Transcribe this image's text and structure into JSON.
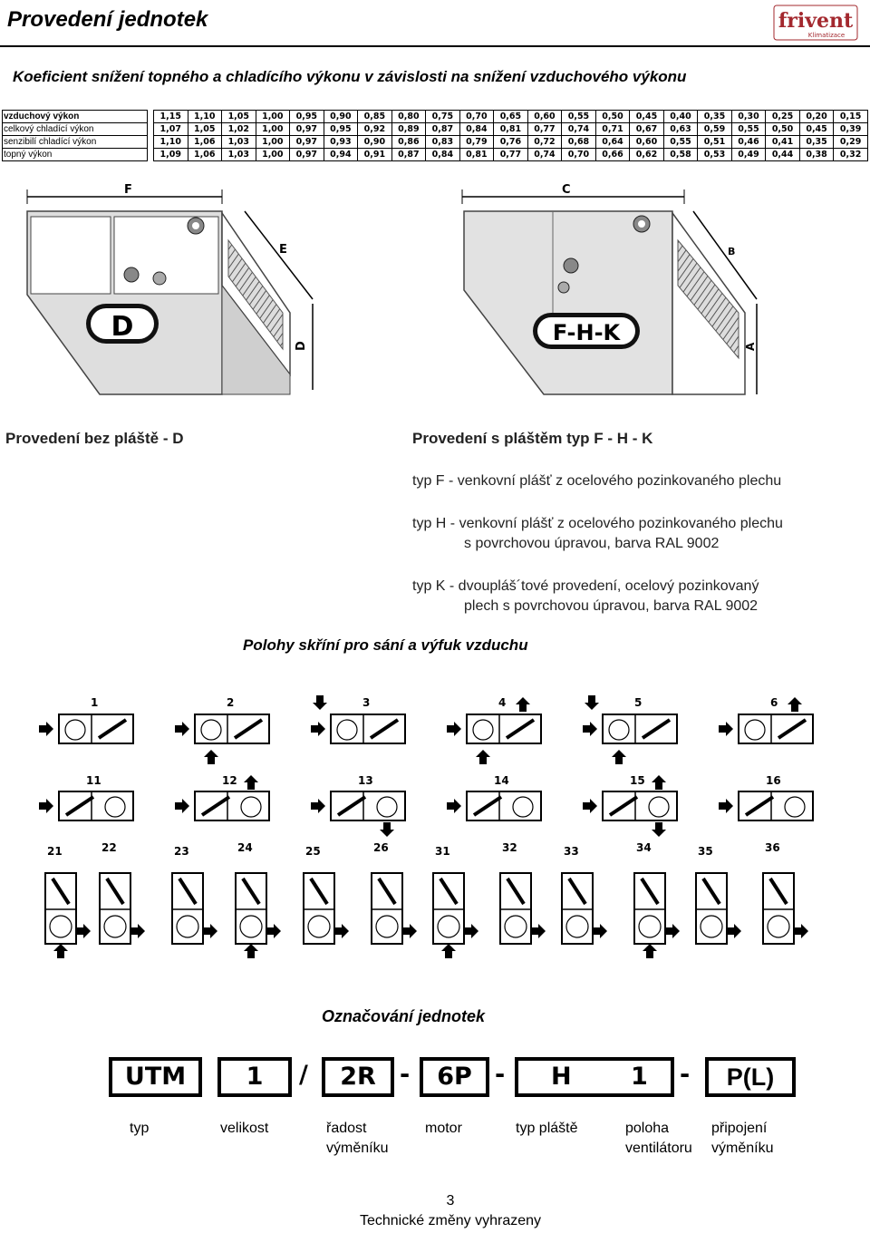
{
  "header": {
    "title": "Provedení jednotek",
    "logo_brand": "frivent",
    "logo_sub": "Klimatizace"
  },
  "subtitle": "Koeficient snížení topného a chladícího výkonu v závislosti na snížení vzduchového výkonu",
  "coef_table": {
    "rows": [
      {
        "label": "vzduchový výkon",
        "values": [
          "1,15",
          "1,10",
          "1,05",
          "1,00",
          "0,95",
          "0,90",
          "0,85",
          "0,80",
          "0,75",
          "0,70",
          "0,65",
          "0,60",
          "0,55",
          "0,50",
          "0,45",
          "0,40",
          "0,35",
          "0,30",
          "0,25",
          "0,20",
          "0,15"
        ]
      },
      {
        "label": "celkový chladící výkon",
        "values": [
          "1,07",
          "1,05",
          "1,02",
          "1,00",
          "0,97",
          "0,95",
          "0,92",
          "0,89",
          "0,87",
          "0,84",
          "0,81",
          "0,77",
          "0,74",
          "0,71",
          "0,67",
          "0,63",
          "0,59",
          "0,55",
          "0,50",
          "0,45",
          "0,39"
        ]
      },
      {
        "label": "senzibilí chladící výkon",
        "values": [
          "1,10",
          "1,06",
          "1,03",
          "1,00",
          "0,97",
          "0,93",
          "0,90",
          "0,86",
          "0,83",
          "0,79",
          "0,76",
          "0,72",
          "0,68",
          "0,64",
          "0,60",
          "0,55",
          "0,51",
          "0,46",
          "0,41",
          "0,35",
          "0,29"
        ]
      },
      {
        "label": "topný výkon",
        "values": [
          "1,09",
          "1,06",
          "1,03",
          "1,00",
          "0,97",
          "0,94",
          "0,91",
          "0,87",
          "0,84",
          "0,81",
          "0,77",
          "0,74",
          "0,70",
          "0,66",
          "0,62",
          "0,58",
          "0,53",
          "0,49",
          "0,44",
          "0,38",
          "0,32"
        ]
      }
    ]
  },
  "illustrations": {
    "left": {
      "badge": "D",
      "dim_labels": [
        "F",
        "E",
        "D"
      ]
    },
    "right": {
      "badge": "F-H-K",
      "dim_labels": [
        "C",
        "B",
        "A"
      ]
    }
  },
  "captions": {
    "left": "Provedení bez pláště - D",
    "right": "Provedení s pláštěm typ F - H - K"
  },
  "descriptions": [
    {
      "line1": "typ F - venkovní plášť z ocelového pozinkovaného plechu",
      "line2": ""
    },
    {
      "line1": "typ H - venkovní plášť z ocelového pozinkovaného plechu",
      "line2": "s povrchovou úpravou, barva RAL 9002"
    },
    {
      "line1": "typ K - dvoupláš´tové provedení, ocelový pozinkovaný",
      "line2": "plech s povrchovou úpravou, barva RAL 9002"
    }
  ],
  "positions_title": "Polohy skříní pro sání a výfuk vzduchu",
  "positions": {
    "row1": [
      "1",
      "2",
      "3",
      "4",
      "5",
      "6"
    ],
    "row2": [
      "11",
      "12",
      "13",
      "14",
      "15",
      "16"
    ],
    "row3": [
      "21",
      "22",
      "23",
      "24",
      "25",
      "26",
      "31",
      "32",
      "33",
      "34",
      "35",
      "36"
    ]
  },
  "designation": {
    "title": "Označování jednotek",
    "boxes": [
      "UTM",
      "1",
      "2R",
      "6P",
      "H",
      "1",
      "P(L)"
    ],
    "separators": [
      "/",
      "-",
      "-",
      "-"
    ],
    "labels": [
      {
        "l1": "typ",
        "l2": ""
      },
      {
        "l1": "velikost",
        "l2": ""
      },
      {
        "l1": "řadost",
        "l2": "výměníku"
      },
      {
        "l1": "motor",
        "l2": ""
      },
      {
        "l1": "typ pláště",
        "l2": ""
      },
      {
        "l1": "poloha",
        "l2": "ventilátoru"
      },
      {
        "l1": "připojení",
        "l2": "výměníku"
      }
    ]
  },
  "footer": {
    "page_number": "3",
    "note": "Technické změny vyhrazeny"
  },
  "colors": {
    "logo": "#a3282e",
    "unit_gray": "#c9c9c9"
  }
}
